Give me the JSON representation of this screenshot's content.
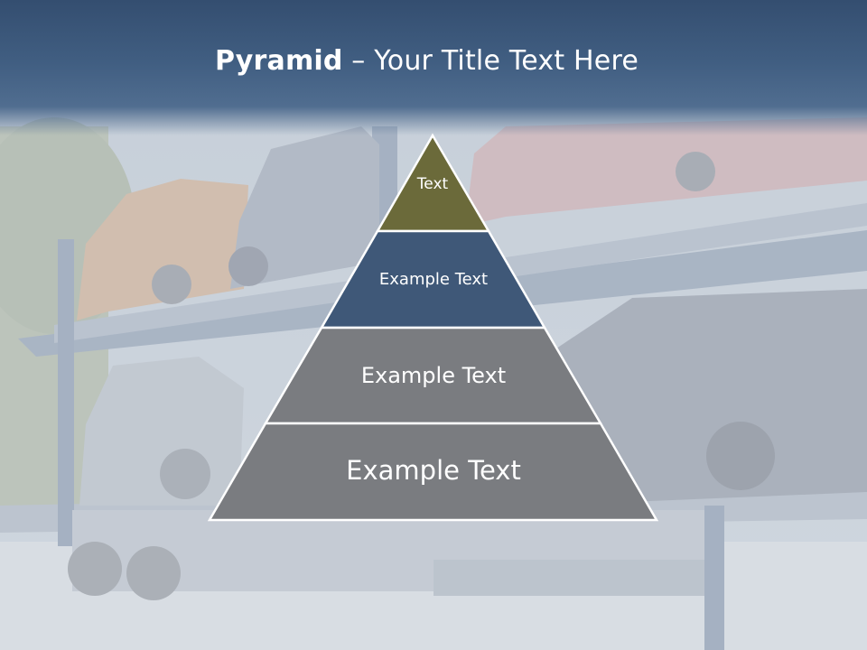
{
  "slide": {
    "title_bold": "Pyramid",
    "title_rest": " – Your Title Text Here"
  },
  "pyramid": {
    "levels": [
      {
        "label": "Text",
        "color": "#6b6a3a"
      },
      {
        "label": "Example Text",
        "color": "#3f5878"
      },
      {
        "label": "Example Text",
        "color": "#7a7c80"
      },
      {
        "label": "Example Text",
        "color": "#7a7c80"
      }
    ]
  },
  "colors": {
    "title_bar": "#3e5c80",
    "text": "#ffffff",
    "tier_outline": "#ffffff"
  }
}
